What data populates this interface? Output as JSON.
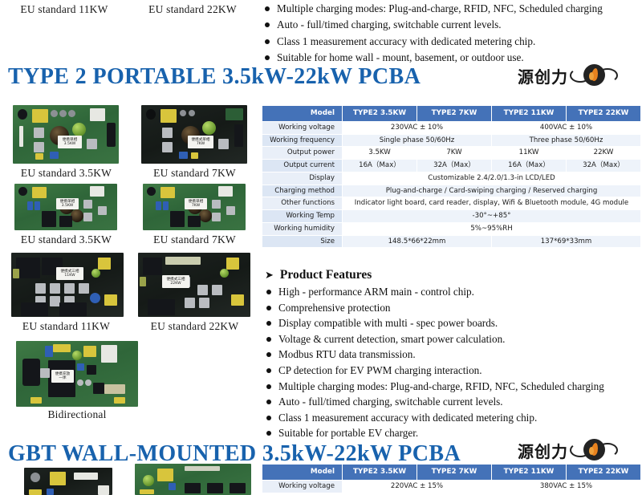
{
  "page": {
    "accent_blue": "#1862ad",
    "table_header_blue": "#4472b8",
    "table_row_alt": "#eef3fa"
  },
  "logo": {
    "text": "源创力",
    "name": "yuanchuangli-logo"
  },
  "top_fragment": {
    "captions": [
      {
        "label": "EU standard 11KW"
      },
      {
        "label": "EU standard 22KW"
      }
    ],
    "bullets": [
      "Multiple charging modes: Plug-and-charge, RFID, NFC, Scheduled charging",
      "Auto - full/timed charging, switchable current levels.",
      "Class 1 measurement accuracy with dedicated metering chip.",
      "Suitable for home wall - mount, basement, or outdoor use."
    ]
  },
  "section_type2": {
    "title": "TYPE 2 PORTABLE 3.5kW-22kW PCBA",
    "boards": [
      {
        "caption": "EU standard 3.5KW",
        "chip_label_cn": "便携单相",
        "chip_label_kw": "3.5KW",
        "style": "green"
      },
      {
        "caption": "EU standard 7KW",
        "chip_label_cn": "便携式单相",
        "chip_label_kw": "7KW",
        "style": "dark"
      },
      {
        "caption": "EU standard 3.5KW",
        "chip_label_cn": "便携单相",
        "chip_label_kw": "3.5KW",
        "style": "green"
      },
      {
        "caption": "EU standard 7KW",
        "chip_label_cn": "便携单相",
        "chip_label_kw": "7KW",
        "style": "green"
      },
      {
        "caption": "EU standard 11KW",
        "chip_label_cn": "便携式三相",
        "chip_label_kw": "11KW",
        "style": "dark"
      },
      {
        "caption": "EU standard 22KW",
        "chip_label_cn": "便携式三相",
        "chip_label_kw": "22KW",
        "style": "dark"
      },
      {
        "caption": "Bidirectional",
        "chip_label_cn": "便携充放",
        "chip_label_kw": "一体",
        "style": "green"
      }
    ],
    "table": {
      "header": [
        "Model",
        "TYPE2 3.5KW",
        "TYPE2 7KW",
        "TYPE2 11KW",
        "TYPE2 22KW"
      ],
      "rows": [
        {
          "label": "Working voltage",
          "cells": [
            {
              "text": "230VAC ± 10%",
              "span": 2
            },
            {
              "text": "400VAC ± 10%",
              "span": 2
            }
          ]
        },
        {
          "label": "Working frequency",
          "cells": [
            {
              "text": "Single phase  50/60Hz",
              "span": 2
            },
            {
              "text": "Three phase  50/60Hz",
              "span": 2
            }
          ]
        },
        {
          "label": "Output power",
          "cells": [
            {
              "text": "3.5KW",
              "span": 1
            },
            {
              "text": "7KW",
              "span": 1
            },
            {
              "text": "11KW",
              "span": 1
            },
            {
              "text": "22KW",
              "span": 1
            }
          ]
        },
        {
          "label": "Output current",
          "cells": [
            {
              "text": "16A（Max）",
              "span": 1
            },
            {
              "text": "32A（Max）",
              "span": 1
            },
            {
              "text": "16A（Max）",
              "span": 1
            },
            {
              "text": "32A（Max）",
              "span": 1
            }
          ]
        },
        {
          "label": "Display",
          "cells": [
            {
              "text": "Customizable 2.4/2.0/1.3-in LCD/LED",
              "span": 4
            }
          ]
        },
        {
          "label": "Charging method",
          "cells": [
            {
              "text": "Plug-and-charge / Card-swiping charging / Reserved charging",
              "span": 4
            }
          ]
        },
        {
          "label": "Other functions",
          "cells": [
            {
              "text": "Indicator light board, card reader, display, Wifi & Bluetooth module, 4G module",
              "span": 4
            }
          ]
        },
        {
          "label": "Working Temp",
          "cells": [
            {
              "text": "-30°~+85°",
              "span": 4
            }
          ]
        },
        {
          "label": "Working humidity",
          "cells": [
            {
              "text": "5%~95%RH",
              "span": 4
            }
          ]
        },
        {
          "label": "Size",
          "cells": [
            {
              "text": "148.5*66*22mm",
              "span": 2
            },
            {
              "text": "137*69*33mm",
              "span": 2
            }
          ]
        }
      ]
    },
    "features_heading": "Product Features",
    "features": [
      "High - performance ARM main - control chip.",
      "Comprehensive protection",
      "Display compatible with multi - spec power boards.",
      "Voltage & current detection, smart power calculation.",
      "Modbus RTU data transmission.",
      "CP detection for EV PWM charging interaction.",
      "Multiple charging modes: Plug-and-charge, RFID, NFC, Scheduled charging",
      "Auto - full/timed charging, switchable current levels.",
      "Class 1 measurement accuracy with dedicated metering chip.",
      "Suitable for portable EV charger."
    ]
  },
  "section_gbt": {
    "title": "GBT WALL-MOUNTED 3.5kW-22kW PCBA",
    "table": {
      "header": [
        "Model",
        "TYPE2 3.5KW",
        "TYPE2 7KW",
        "TYPE2 11KW",
        "TYPE2 22KW"
      ],
      "rows": [
        {
          "label": "Working voltage",
          "cells": [
            {
              "text": "220VAC ± 15%",
              "span": 2
            },
            {
              "text": "380VAC ± 15%",
              "span": 2
            }
          ]
        }
      ]
    }
  }
}
